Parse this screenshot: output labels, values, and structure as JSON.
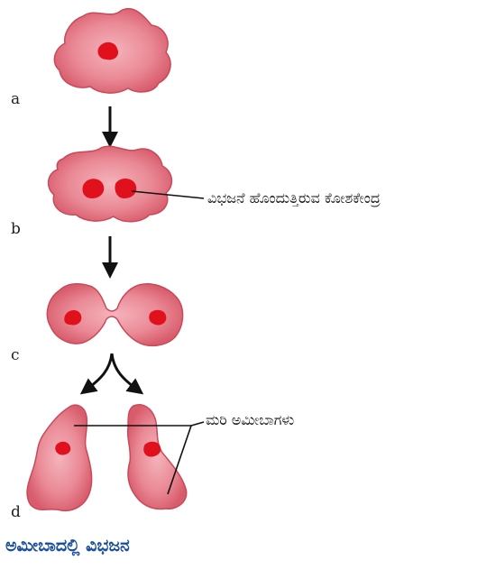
{
  "steps": [
    {
      "label": "a"
    },
    {
      "label": "b"
    },
    {
      "label": "c"
    },
    {
      "label": "d"
    }
  ],
  "annotations": {
    "dividing_nucleus": "ವಿಭಜನೆ ಹೊಂದುತ್ತಿರುವ ಕೋಶಕೇಂದ್ರ",
    "daughter_amoebae": "ಮರಿ ಅಮೀಬಾಗಳು"
  },
  "caption": "ಅಮೀಬಾದಲ್ಲಿ ವಿಭಜನ",
  "colors": {
    "cell_fill": "#e3707c",
    "cell_edge": "#c84a5a",
    "cell_inner": "#f2a3ad",
    "nucleus": "#e0101c",
    "caption": "#1b4f9c"
  }
}
